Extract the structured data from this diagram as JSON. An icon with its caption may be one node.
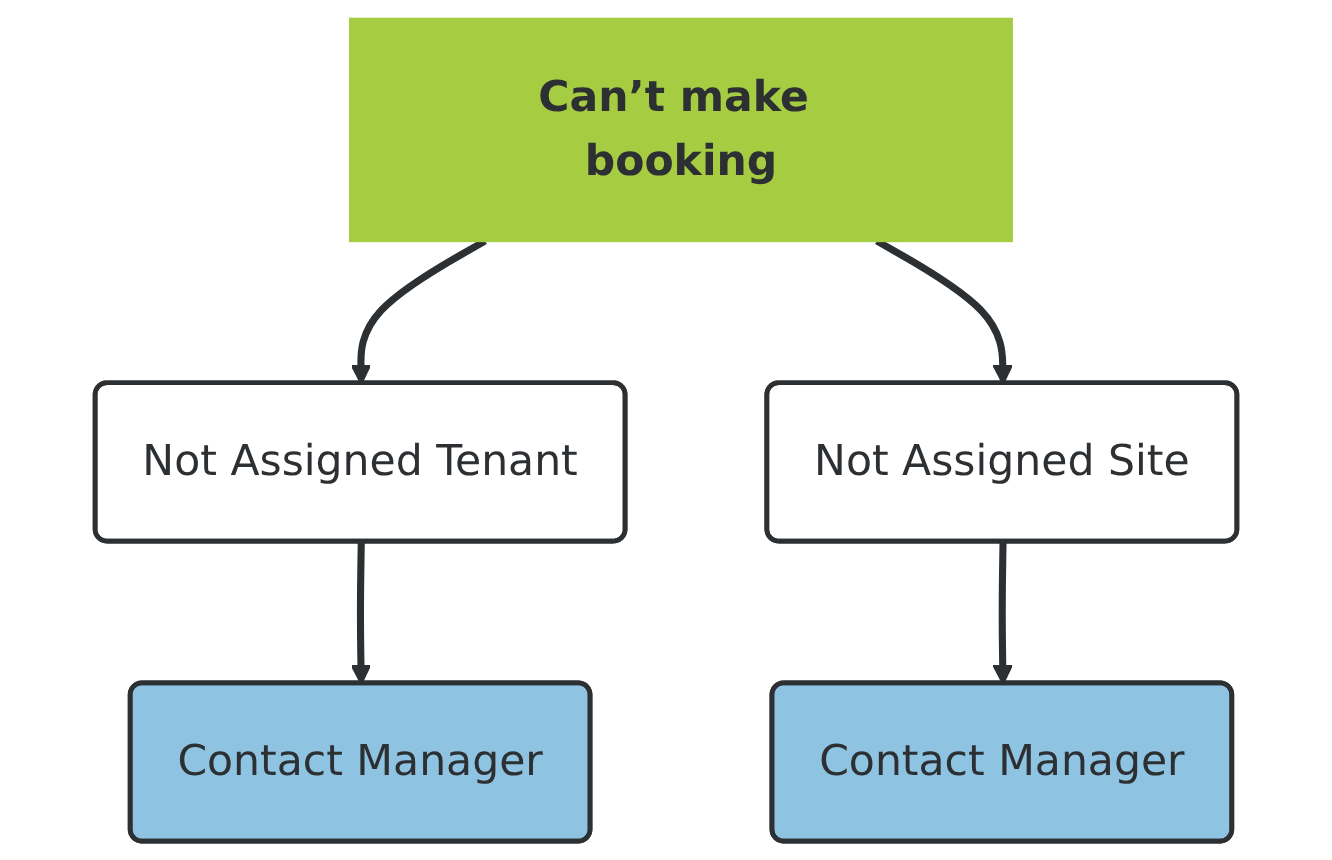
{
  "diagram": {
    "nodes": [
      {
        "text": [
          "Can’t make booking"
        ]
      },
      {
        "text": [
          "Not Assigned Tenant"
        ]
      },
      {
        "text": [
          "Not Assigned Site"
        ]
      },
      {
        "text": [
          "Contact Manager"
        ]
      },
      {
        "text": [
          "Contact Manager"
        ]
      }
    ],
    "edges": [
      {
        "from": 0,
        "to": 1,
        "arrow": "to"
      },
      {
        "from": 0,
        "to": 2,
        "arrow": "to"
      },
      {
        "from": 1,
        "to": 3,
        "arrow": "to"
      },
      {
        "from": 2,
        "to": 4,
        "arrow": "to"
      }
    ]
  }
}
